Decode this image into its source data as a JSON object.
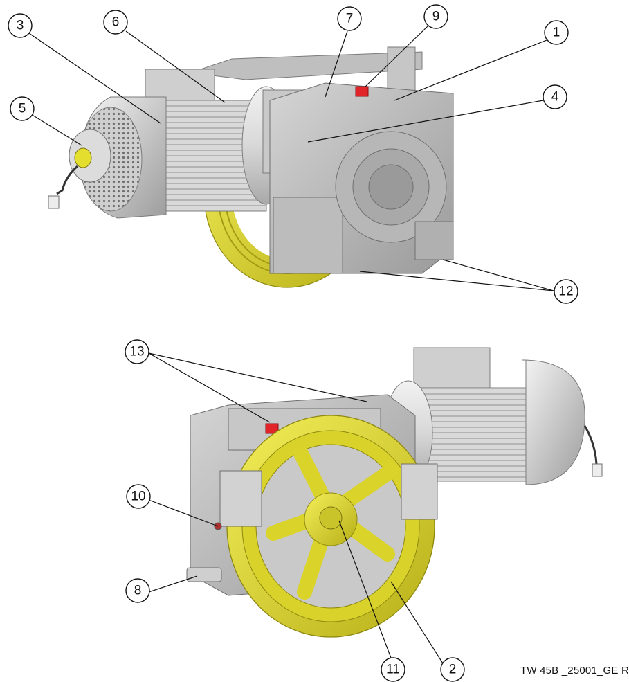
{
  "figure": {
    "reference_code": "TW 45B _25001_GE R"
  },
  "callouts": {
    "c1": "1",
    "c2": "2",
    "c3": "3",
    "c4": "4",
    "c5": "5",
    "c6": "6",
    "c7": "7",
    "c8": "8",
    "c9": "9",
    "c10": "10",
    "c11": "11",
    "c12": "12",
    "c13": "13"
  },
  "colors": {
    "sheave_yellow": "#e3de2a",
    "sheave_shadow": "#b9b21b",
    "housing_grey": "#bdbdbd",
    "motor_light": "#e6e6e6",
    "brake_red": "#e0242a"
  }
}
